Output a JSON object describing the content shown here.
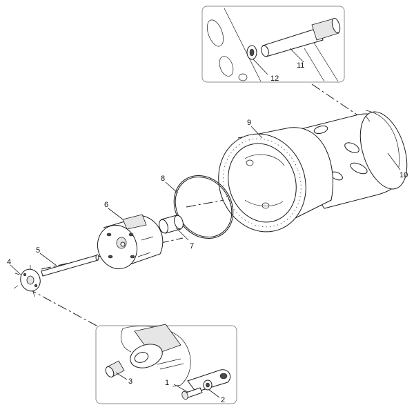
{
  "callouts": {
    "c1": "1",
    "c2": "2",
    "c3": "3",
    "c4": "4",
    "c5": "5",
    "c6": "6",
    "c7": "7",
    "c8": "8",
    "c9": "9",
    "c10": "10",
    "c11": "11",
    "c12": "12"
  },
  "colors": {
    "line": "#1a1a1a",
    "detail_frame": "#8c8c8c",
    "background": "#ffffff"
  }
}
